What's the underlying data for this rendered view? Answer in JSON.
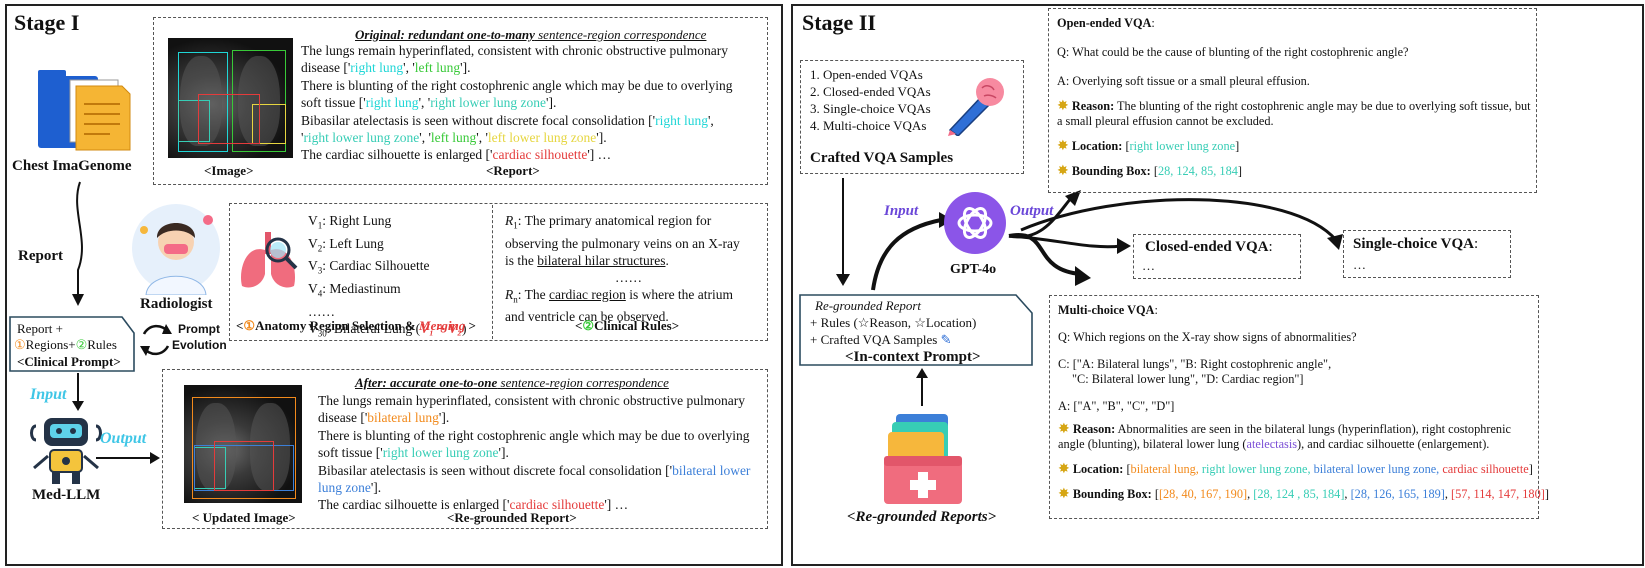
{
  "stage1": {
    "title": "Stage I",
    "left": {
      "source_label": "Chest ImaGenome",
      "report_label": "Report",
      "radiologist_label": "Radiologist",
      "prompt_box": {
        "line1": "Report +",
        "circle1": "①",
        "regions": "Regions+",
        "circle2": "②",
        "rules": "Rules",
        "line3": "<Clinical Prompt>"
      },
      "prompt_evolution_1": "Prompt",
      "prompt_evolution_2": "Evolution",
      "input_label": "Input",
      "output_label": "Output",
      "model_label": "Med-LLM"
    },
    "original": {
      "heading_a": "Original: redundant one-to-many",
      "heading_b": " sentence-region correspondence",
      "image_caption": "<Image>",
      "report_caption": "<Report>",
      "lines": [
        {
          "parts": [
            {
              "t": "The lungs remain hyperinflated, consistent with chronic obstructive pulmonary",
              "c": ""
            }
          ]
        },
        {
          "parts": [
            {
              "t": "disease ['",
              "c": ""
            },
            {
              "t": "right lung",
              "c": "cyan"
            },
            {
              "t": "', '",
              "c": ""
            },
            {
              "t": "left lung",
              "c": "green"
            },
            {
              "t": "'].",
              "c": ""
            }
          ]
        },
        {
          "parts": [
            {
              "t": "There is blunting of the right costophrenic angle which may be due to overlying",
              "c": ""
            }
          ]
        },
        {
          "parts": [
            {
              "t": "soft tissue ['",
              "c": ""
            },
            {
              "t": "right lung",
              "c": "cyan"
            },
            {
              "t": "', '",
              "c": ""
            },
            {
              "t": "right lower lung zone",
              "c": "teal"
            },
            {
              "t": "'].",
              "c": ""
            }
          ]
        },
        {
          "parts": [
            {
              "t": "Bibasilar atelectasis is seen without discrete focal consolidation ['",
              "c": ""
            },
            {
              "t": "right lung",
              "c": "cyan"
            },
            {
              "t": "',",
              "c": ""
            }
          ]
        },
        {
          "parts": [
            {
              "t": "'",
              "c": ""
            },
            {
              "t": "right lower lung zone",
              "c": "teal"
            },
            {
              "t": "', '",
              "c": ""
            },
            {
              "t": "left lung",
              "c": "green"
            },
            {
              "t": "', '",
              "c": ""
            },
            {
              "t": "left lower lung zone",
              "c": "yellow"
            },
            {
              "t": "'].",
              "c": ""
            }
          ]
        },
        {
          "parts": [
            {
              "t": "The cardiac silhouette is enlarged ['",
              "c": ""
            },
            {
              "t": "cardiac silhouette",
              "c": "red"
            },
            {
              "t": "'] …",
              "c": ""
            }
          ]
        }
      ]
    },
    "anatomy": {
      "v_items": [
        {
          "v": "V",
          "sub": "1",
          "name": ": Right Lung"
        },
        {
          "v": "V",
          "sub": "2",
          "name": ": Left Lung"
        },
        {
          "v": "V",
          "sub": "3",
          "name": ": Cardiac Silhouette"
        },
        {
          "v": "V",
          "sub": "4",
          "name": ": Mediastinum"
        }
      ],
      "ellipsis": "……",
      "v30": {
        "v": "V",
        "sub": "30",
        "name": ": Bilateral Lung (",
        "expr": "V₁ + V₂",
        "close": ")"
      },
      "caption_a": "<",
      "caption_circle": "①",
      "caption_b": "Anatomy Region Selection & ",
      "caption_c": "Merging",
      "caption_d": " >"
    },
    "rules": {
      "r1_label": "R",
      "r1_sub": "1",
      "r1_lines": [
        ": The primary anatomical region for",
        "observing the pulmonary veins on an X-ray",
        "is the "
      ],
      "r1_underlined": "bilateral hilar structures",
      "r1_end": ".",
      "ellipsis": "……",
      "rn_label": "R",
      "rn_sub": "n",
      "rn_a": ": The ",
      "rn_underlined": "cardiac region",
      "rn_b": " is where the atrium",
      "rn_line2": "and ventricle can be observed.",
      "caption_a": "<",
      "caption_circle": "②",
      "caption_b": "Clinical Rules>"
    },
    "after": {
      "heading_a": "After: accurate one-to-one",
      "heading_b": " sentence-region correspondence",
      "image_caption": "< Updated Image>",
      "report_caption": "<Re-grounded Report>",
      "lines": [
        {
          "parts": [
            {
              "t": "The lungs remain hyperinflated, consistent with chronic obstructive pulmonary",
              "c": ""
            }
          ]
        },
        {
          "parts": [
            {
              "t": "disease ['",
              "c": ""
            },
            {
              "t": "bilateral lung",
              "c": "orange"
            },
            {
              "t": "'].",
              "c": ""
            }
          ]
        },
        {
          "parts": [
            {
              "t": "There is blunting of the right costophrenic angle which may be due to overlying",
              "c": ""
            }
          ]
        },
        {
          "parts": [
            {
              "t": "soft tissue ['",
              "c": ""
            },
            {
              "t": "right lower lung zone",
              "c": "teal"
            },
            {
              "t": "'].",
              "c": ""
            }
          ]
        },
        {
          "parts": [
            {
              "t": "Bibasilar atelectasis is seen without discrete focal consolidation ['",
              "c": ""
            },
            {
              "t": "bilateral lower",
              "c": "blue"
            }
          ]
        },
        {
          "parts": [
            {
              "t": "lung zone",
              "c": "blue"
            },
            {
              "t": "'].",
              "c": ""
            }
          ]
        },
        {
          "parts": [
            {
              "t": "The cardiac silhouette is enlarged ['",
              "c": ""
            },
            {
              "t": "cardiac silhouette",
              "c": "red"
            },
            {
              "t": "'] …",
              "c": ""
            }
          ]
        }
      ]
    }
  },
  "stage2": {
    "title": "Stage II",
    "crafted": {
      "items": [
        "1. Open-ended VQAs",
        "2. Closed-ended VQAs",
        "3. Single-choice VQAs",
        "4. Multi-choice VQAs"
      ],
      "caption": "Crafted VQA Samples"
    },
    "input_label": "Input",
    "output_label": "Output",
    "gpt_label": "GPT-4o",
    "prompt": {
      "line1": "Re-grounded Report",
      "line2": "+ Rules (☆Reason, ☆Location)",
      "line3": "+ Crafted VQA Samples",
      "caption": "<In-context Prompt>"
    },
    "regrounded_caption": "<Re-grounded Reports>",
    "open": {
      "title": "Open-ended VQA",
      "colon": ":",
      "q": "Q: What could be the cause of blunting of the right costophrenic angle?",
      "a": "A: Overlying soft tissue or a small pleural effusion.",
      "reason_label": "Reason:",
      "reason_1": " The blunting of the right costophrenic angle may be due to overlying soft tissue, but",
      "reason_2": "a small pleural effusion cannot be excluded.",
      "location_label": "Location:",
      "location_value": "right lower lung zone",
      "bbox_label": "Bounding Box:",
      "bbox_value": "28, 124, 85, 184"
    },
    "closed": {
      "title": "Closed-ended VQA",
      "colon": ":",
      "body": "…"
    },
    "single": {
      "title": "Single-choice VQA",
      "colon": ":",
      "body": "…"
    },
    "multi": {
      "title": "Multi-choice VQA",
      "colon": ":",
      "q": "Q: Which regions on the X-ray show signs of abnormalities?",
      "c1": "C: [\"A: Bilateral lungs\", \"B: Right costophrenic angle\",",
      "c2": "\"C: Bilateral lower lung\", \"D: Cardiac region\"]",
      "a": "A: [\"A\", \"B\", \"C\", \"D\"]",
      "reason_label": "Reason:",
      "reason_1": " Abnormalities are seen in the bilateral lungs (hyperinflation), right costophrenic",
      "reason_2a": "angle (blunting), bilateral lower lung (",
      "reason_2b": "atelectasis",
      "reason_2c": "), and cardiac silhouette (enlargement).",
      "location_label": "Location:",
      "loc_parts": [
        {
          "t": "bilateral lung, ",
          "c": "orange"
        },
        {
          "t": "right lower lung zone, ",
          "c": "teal"
        },
        {
          "t": "bilateral lower lung zone, ",
          "c": "blue"
        },
        {
          "t": "cardiac silhouette",
          "c": "red"
        }
      ],
      "bbox_label": "Bounding Box:",
      "bbox_parts": [
        {
          "t": "[28, 40, 167, 190]",
          "c": "orange"
        },
        {
          "t": "[28, 124 , 85, 184]",
          "c": "teal"
        },
        {
          "t": "[28, 126, 165, 189]",
          "c": "blue"
        },
        {
          "t": "[57, 114, 147, 180]",
          "c": "red"
        }
      ]
    }
  }
}
